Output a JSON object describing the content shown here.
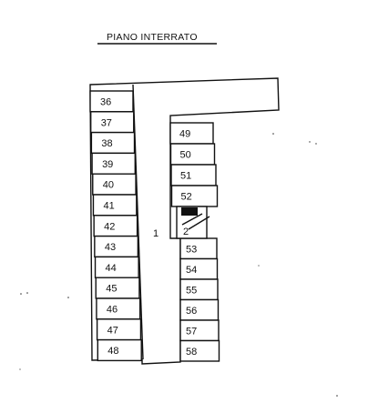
{
  "title": "PIANO INTERRATO",
  "driveway_label": "1",
  "left_spaces": [
    "36",
    "37",
    "38",
    "39",
    "40",
    "41",
    "42",
    "43",
    "44",
    "45",
    "46",
    "47",
    "48"
  ],
  "right_upper_spaces": [
    "49",
    "50",
    "51",
    "52"
  ],
  "small_space_label": "2",
  "right_lower_spaces": [
    "53",
    "54",
    "55",
    "56",
    "57",
    "58"
  ],
  "colors": {
    "ink": "#111111",
    "background": "#ffffff"
  }
}
